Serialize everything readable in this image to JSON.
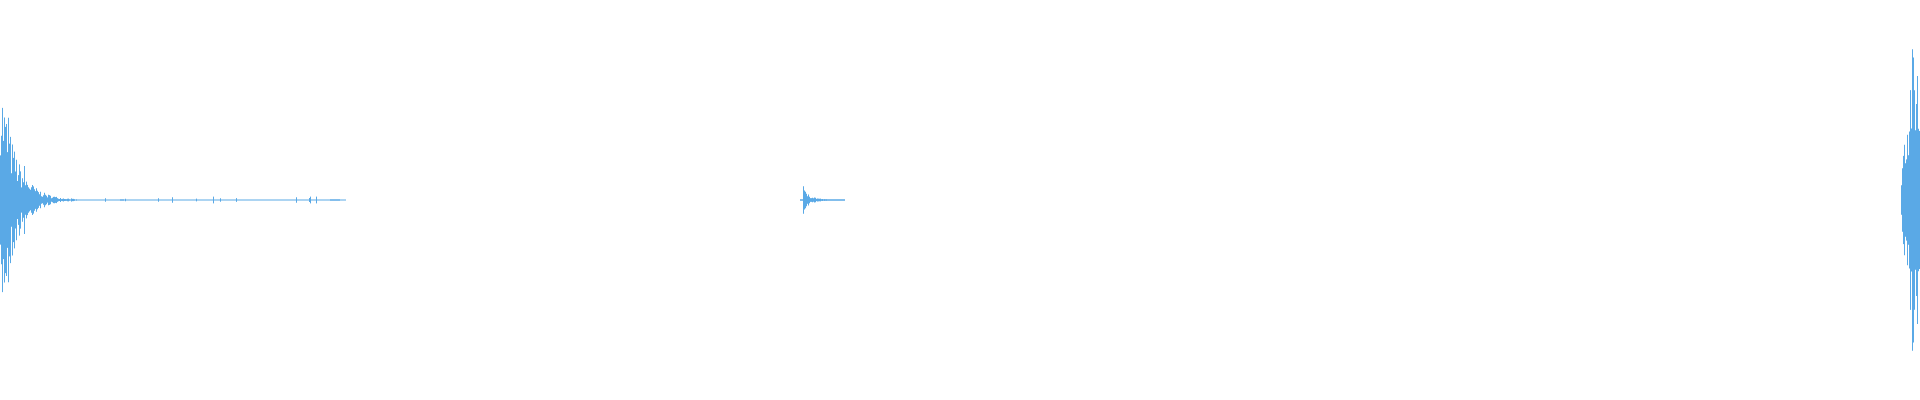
{
  "waveform": {
    "color": "#5aa9e6",
    "background": "#ffffff",
    "duration_fraction_segments": [
      {
        "name": "onset-burst",
        "start": 0.0,
        "end": 0.04,
        "peak": 0.67,
        "decay": "fast"
      },
      {
        "name": "tail-blips",
        "start": 0.04,
        "end": 0.18,
        "peak": 0.02,
        "decay": "sparse"
      },
      {
        "name": "middle-burst",
        "start": 0.418,
        "end": 0.44,
        "peak": 0.06,
        "decay": "fast"
      },
      {
        "name": "end-burst",
        "start": 0.99,
        "end": 1.0,
        "peak": 0.81,
        "decay": "rising"
      }
    ]
  }
}
